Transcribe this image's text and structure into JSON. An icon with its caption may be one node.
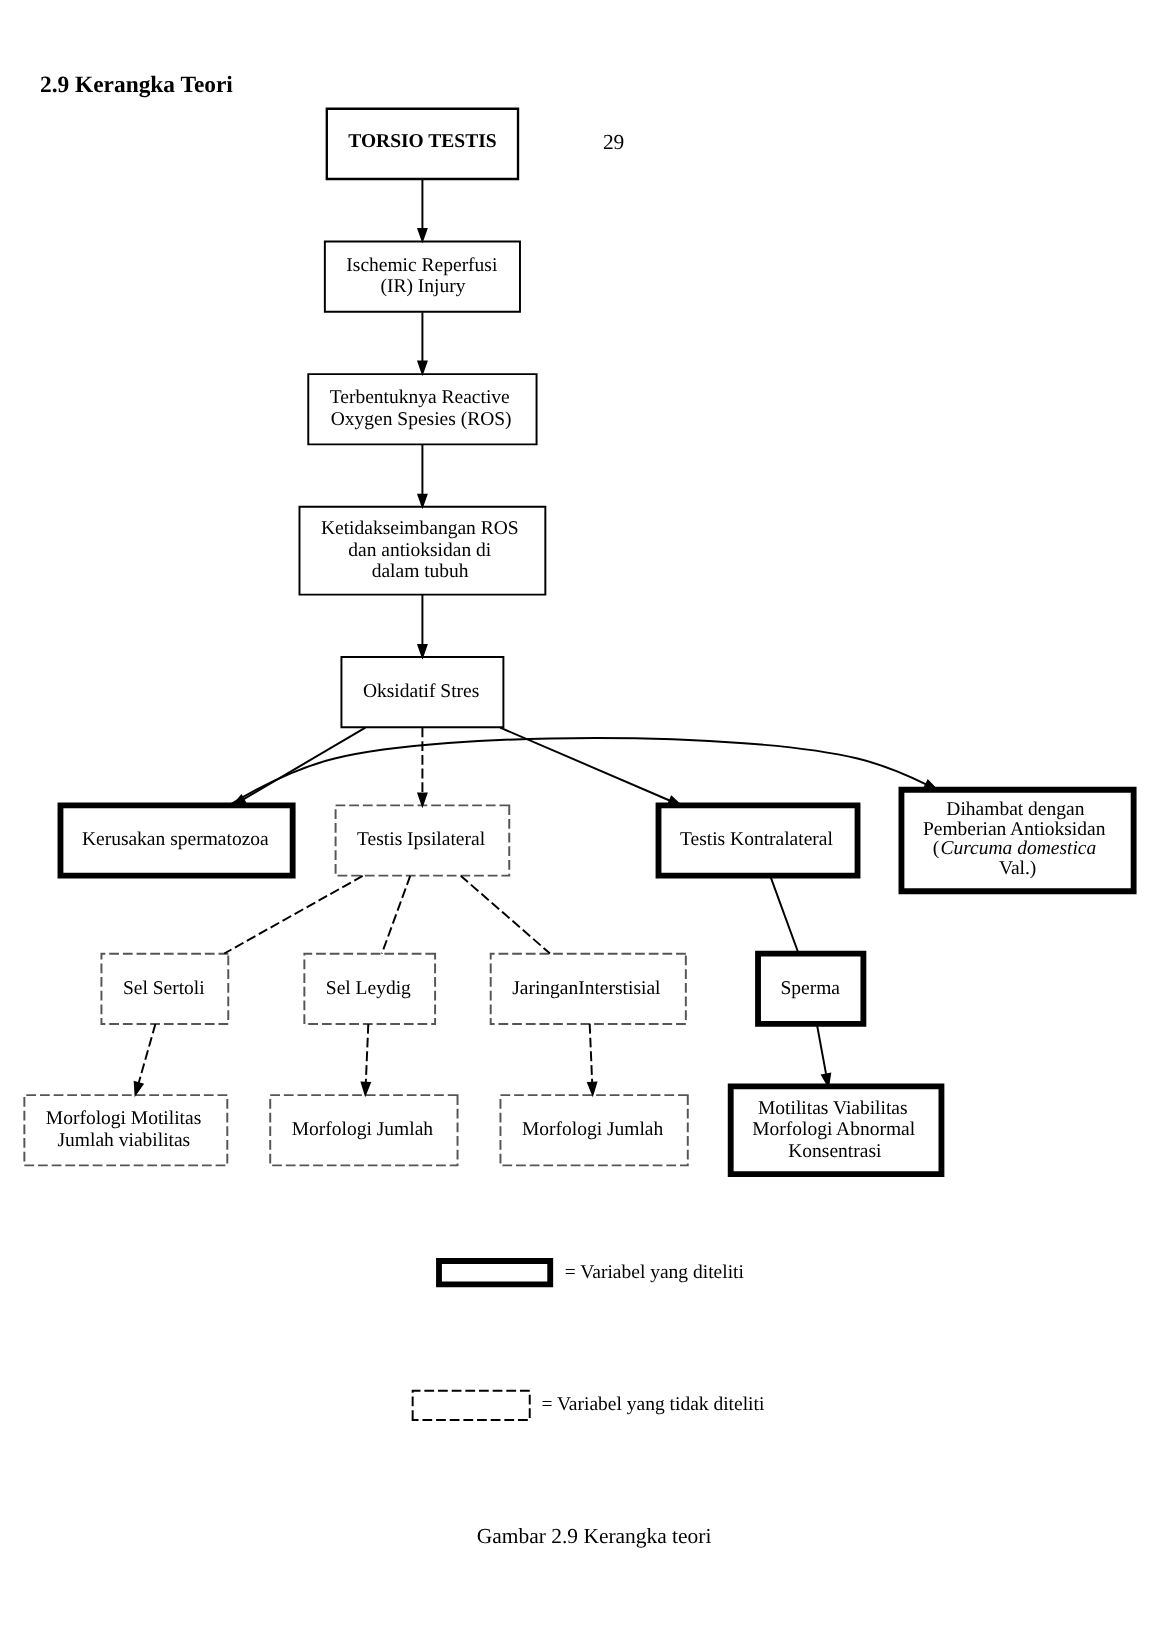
{
  "diagram": {
    "title": "2.9 Kerangka Teori",
    "caption": "Gambar 2.9 Kerangka teori",
    "nodes": [
      {
        "text": [
          "TORSIO TESTIS"
        ]
      },
      {
        "text": [
          "Ischemic Reperfusi (IR) Injury"
        ]
      },
      {
        "text": [
          "Terbentuknya Reactive Oxygen Spesies (ROS)"
        ]
      },
      {
        "text": [
          "Ketidakseimbangan ROS dan antioksidan di dalam tubuh"
        ]
      },
      {
        "text": [
          "Oksidatif Stres"
        ]
      },
      {
        "text": [
          "Dihambat dengan Pemberian Antioksidan (*Curcuma domestica* Val.)"
        ]
      },
      {
        "text": [
          "Kerusakan spermatozoa"
        ]
      },
      {
        "text": [
          "Testis Ipsilateral"
        ]
      },
      {
        "text": [
          "Testis Kontralateral"
        ]
      },
      {
        "text": [
          "Sel Sertoli"
        ]
      },
      {
        "text": [
          "Sel Leydig"
        ]
      },
      {
        "text": [
          "Sperma"
        ]
      },
      {
        "text": [
          "JaringanInterstisial"
        ]
      },
      {
        "text": [
          "Morfologi Motilitas Jumlah viabilitas"
        ]
      },
      {
        "text": [
          "Morfologi Jumlah"
        ]
      },
      {
        "text": [
          "Motilitas Viabilitas Morfologi Abnormal Konsentrasi"
        ]
      },
      {
        "text": [
          "Morfologi Jumlah"
        ]
      }
    ],
    "edges": [
      {
        "from": 0,
        "to": 1,
        "arrow": "to"
      },
      {
        "from": 1,
        "to": 2,
        "arrow": "to"
      },
      {
        "from": 2,
        "to": 3,
        "arrow": "to"
      },
      {
        "from": 3,
        "to": 4,
        "arrow": "to"
      },
      {
        "from": 4,
        "to": 6,
        "arrow": "to"
      },
      {
        "from": 6,
        "to": 5,
        "arrow": "to"
      },
      {
        "from": 4,
        "to": 7,
        "arrow": "to",
        "style": "dashed"
      },
      {
        "from": 4,
        "to": 8,
        "arrow": "to"
      },
      {
        "from": 7,
        "to": 9,
        "arrow": "none",
        "style": "dashed"
      },
      {
        "from": 7,
        "to": 10,
        "arrow": "none",
        "style": "dashed"
      },
      {
        "from": 7,
        "to": 12,
        "arrow": "none",
        "style": "dashed"
      },
      {
        "from": 8,
        "to": 11,
        "arrow": "none"
      },
      {
        "from": 9,
        "to": 13,
        "arrow": "to",
        "style": "dashed"
      },
      {
        "from": 10,
        "to": 14,
        "arrow": "to",
        "style": "dashed"
      },
      {
        "from": 11,
        "to": 15,
        "arrow": "to"
      },
      {
        "from": 12,
        "to": 16,
        "arrow": "to",
        "style": "dashed"
      }
    ],
    "labels": [
      "29"
    ],
    "legend": [
      {
        "text": "= Variabel yang diteliti"
      },
      {
        "text": "= Variabel yang tidak diteliti"
      }
    ]
  }
}
